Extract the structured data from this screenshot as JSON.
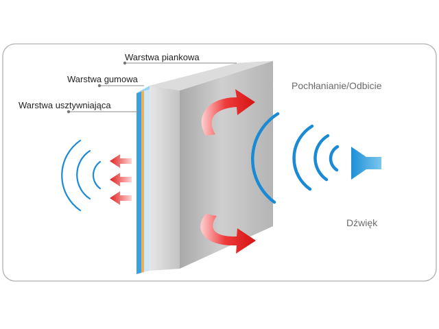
{
  "labels": {
    "foam_layer": "Warstwa piankowa",
    "rubber_layer": "Warstwa gumowa",
    "stiffening_layer": "Warstwa usztywniająca",
    "absorption_reflection": "Pochłanianie/Odbicie",
    "sound": "Dźwięk"
  },
  "colors": {
    "panel_front": "#bdbdbd",
    "panel_side": "#d6d6d6",
    "blue_layer": "#3aa0e0",
    "rubber_strip": "#e8b060",
    "wave_blue": "#1a8ad4",
    "arrow_red": "#e02020",
    "frame_border": "#b0b0b0",
    "label_text": "#222222",
    "side_text": "#6a6a6a"
  },
  "icons": {
    "sound_source": "speaker-icon"
  }
}
